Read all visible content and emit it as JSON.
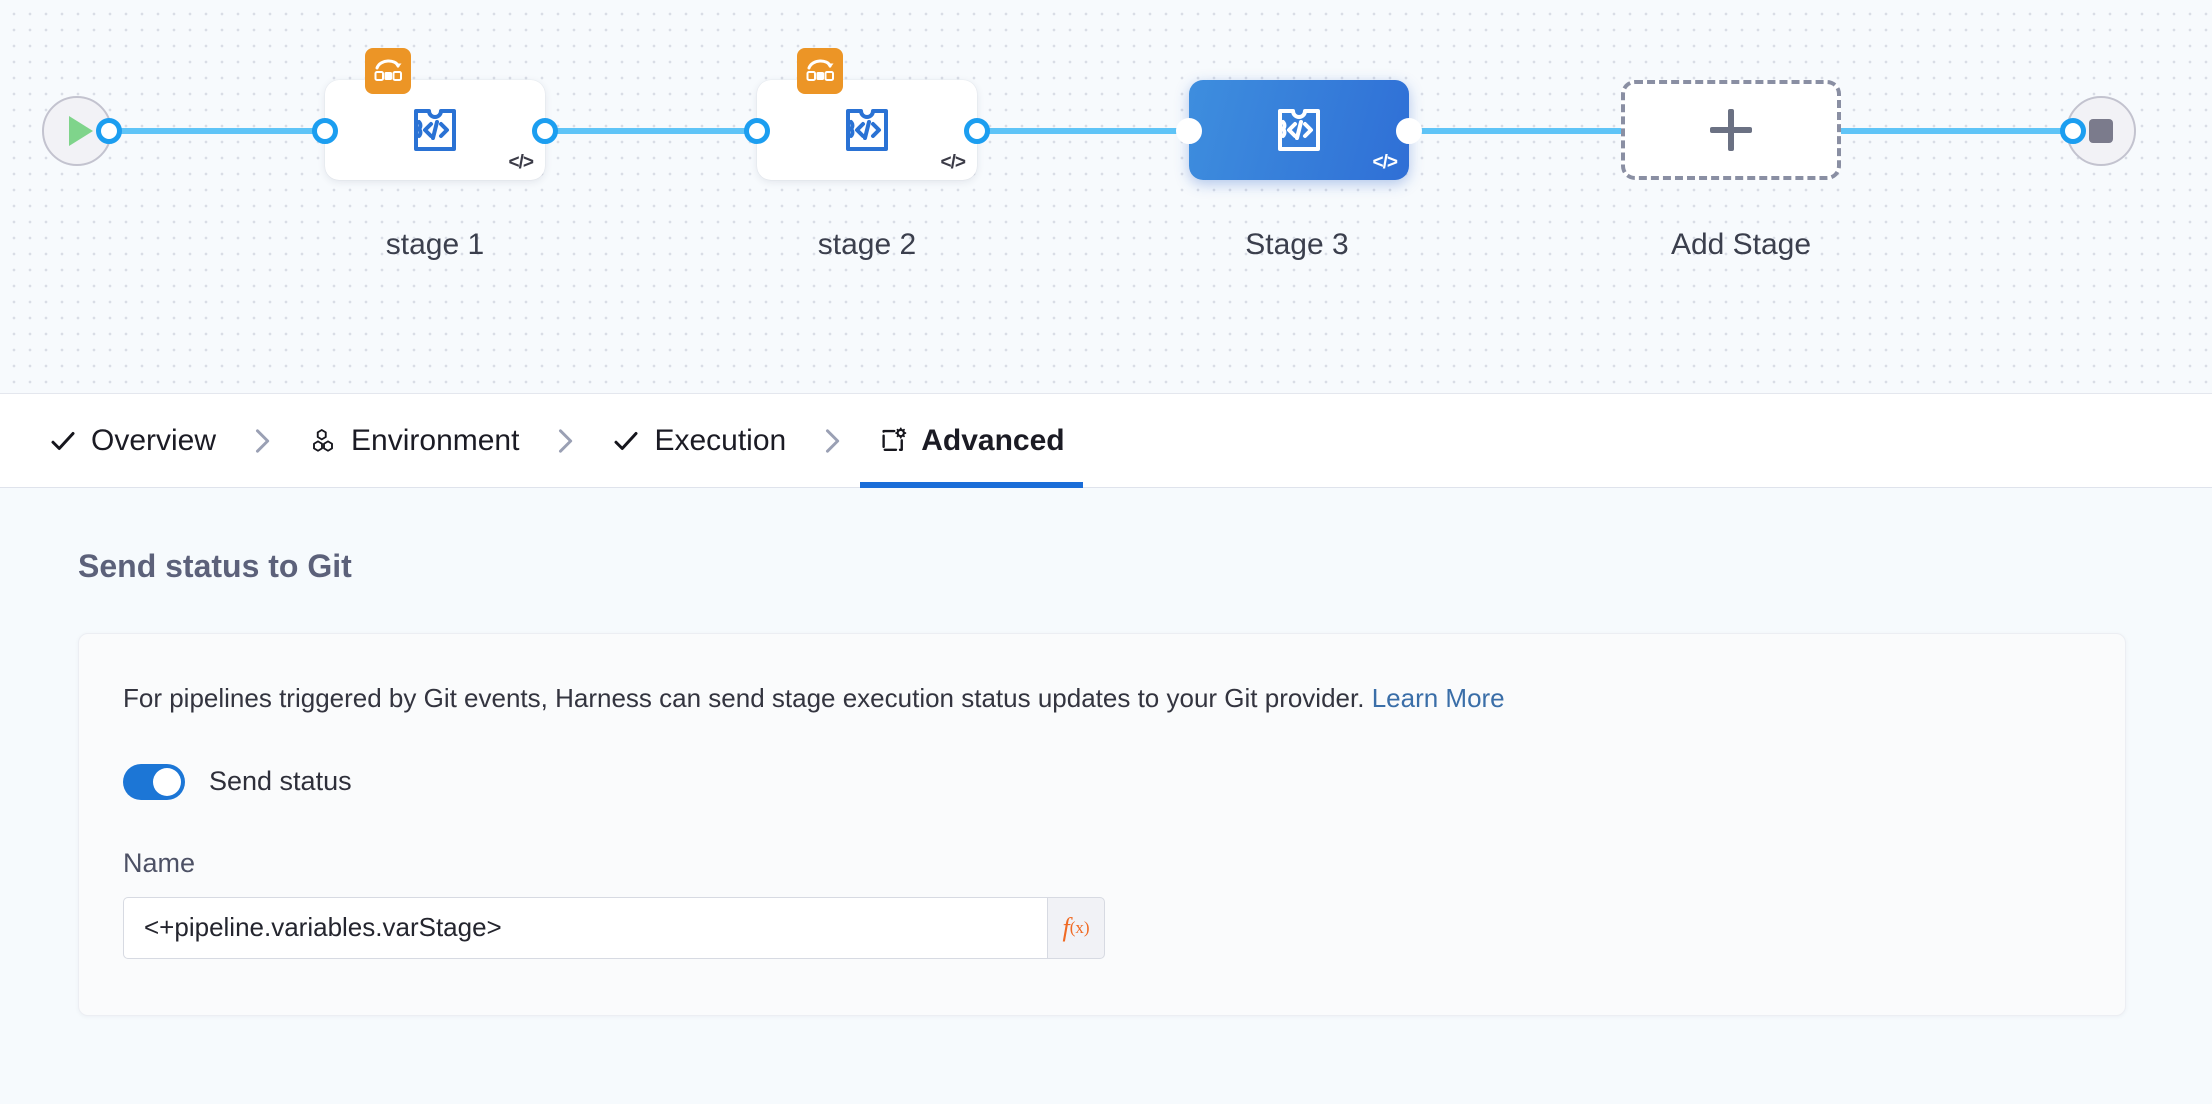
{
  "canvas": {
    "start_node": {
      "icon": "play-icon"
    },
    "end_node": {
      "icon": "stop-icon"
    },
    "stages": [
      {
        "label": "stage 1",
        "icon": "custom-stage-icon",
        "badge_icon": "matrix-strategy-icon",
        "code_badge": "</>",
        "selected": false
      },
      {
        "label": "stage 2",
        "icon": "custom-stage-icon",
        "badge_icon": "matrix-strategy-icon",
        "code_badge": "</>",
        "selected": false
      },
      {
        "label": "Stage 3",
        "icon": "custom-stage-icon",
        "badge_icon": null,
        "code_badge": "</>",
        "selected": true
      }
    ],
    "add_stage": {
      "label": "Add Stage",
      "icon": "plus-icon"
    },
    "colors": {
      "rail": "#5fc4f7",
      "selected_stage": "#2f6fd6",
      "matrix_badge": "#ec9526"
    }
  },
  "tabs": [
    {
      "label": "Overview",
      "icon": "check-icon",
      "active": false
    },
    {
      "label": "Environment",
      "icon": "environment-icon",
      "active": false
    },
    {
      "label": "Execution",
      "icon": "check-icon",
      "active": false
    },
    {
      "label": "Advanced",
      "icon": "advanced-gear-icon",
      "active": true
    }
  ],
  "main": {
    "section_title": "Send status to Git",
    "description_text": "For pipelines triggered by Git events, Harness can send stage execution status updates to your Git provider. ",
    "learn_more_label": "Learn More",
    "toggle": {
      "label": "Send status",
      "on": true
    },
    "name_field": {
      "label": "Name",
      "value": "<+pipeline.variables.varStage>",
      "placeholder": "Name",
      "expression_button_label": "f",
      "expression_button_sub": "(x)"
    },
    "colors": {
      "link": "#3a6ea8",
      "toggle_on": "#1c76d6",
      "fx_orange": "#f06a23",
      "active_tab_underline": "#1a6dd8"
    }
  }
}
